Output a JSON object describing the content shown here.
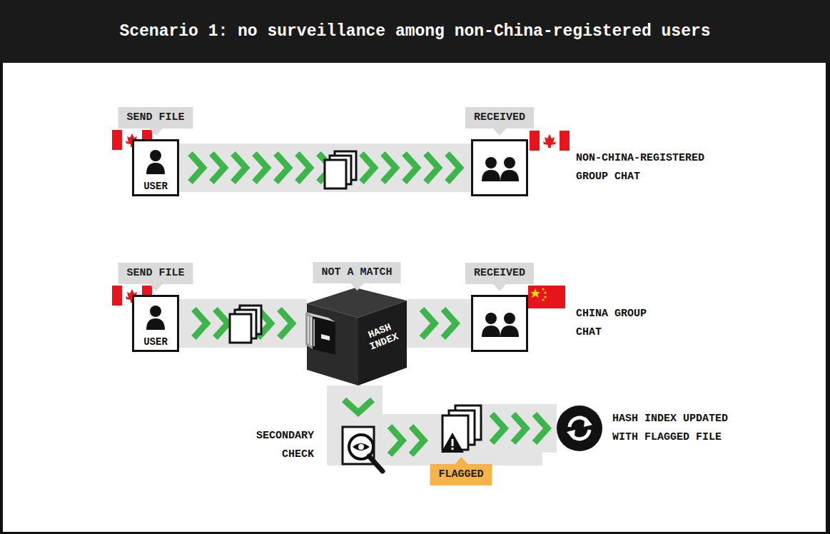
{
  "diagram": {
    "title": "Scenario 1: no surveillance among non-China-registered users",
    "nodes": [
      {
        "text": [
          "SEND FILE",
          "USER"
        ]
      },
      {
        "text": [
          "RECEIVED",
          "NON-CHINA-REGISTERED GROUP CHAT"
        ]
      },
      {
        "text": [
          "SEND FILE",
          "USER"
        ]
      },
      {
        "text": [
          "NOT A MATCH",
          "HASH INDEX"
        ]
      },
      {
        "text": [
          "RECEIVED",
          "CHINA GROUP CHAT"
        ]
      },
      {
        "text": [
          "SECONDARY CHECK"
        ]
      },
      {
        "text": [
          "FLAGGED"
        ]
      },
      {
        "text": [
          "HASH INDEX UPDATED WITH FLAGGED FILE"
        ]
      }
    ],
    "edges": [
      {
        "from": 0,
        "to": 1,
        "arrow": "to"
      },
      {
        "from": 2,
        "to": 3,
        "arrow": "to"
      },
      {
        "from": 3,
        "to": 4,
        "arrow": "to"
      },
      {
        "from": 3,
        "to": 5,
        "arrow": "to"
      },
      {
        "from": 5,
        "to": 6,
        "arrow": "to"
      },
      {
        "from": 6,
        "to": 7,
        "arrow": "to"
      }
    ]
  }
}
